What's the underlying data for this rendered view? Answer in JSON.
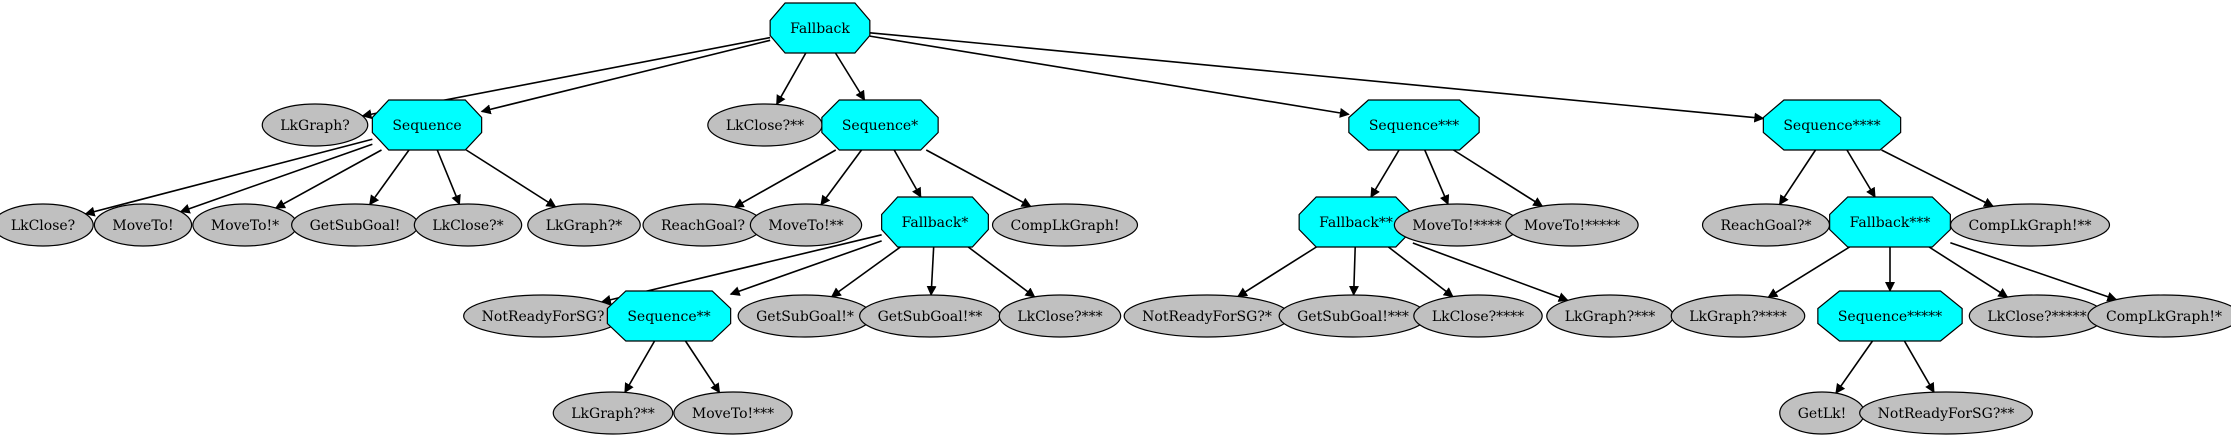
{
  "colors": {
    "control_fill": "#00ffff",
    "leaf_fill": "#c0c0c0",
    "stroke": "#000000",
    "background": "#ffffff"
  },
  "nodes": [
    {
      "id": "n0",
      "label": "Fallback",
      "kind": "control"
    },
    {
      "id": "n1",
      "label": "LkGraph?",
      "kind": "leaf"
    },
    {
      "id": "n2",
      "label": "Sequence",
      "kind": "control"
    },
    {
      "id": "n3",
      "label": "LkClose?",
      "kind": "leaf"
    },
    {
      "id": "n4",
      "label": "MoveTo!",
      "kind": "leaf"
    },
    {
      "id": "n5",
      "label": "MoveTo!*",
      "kind": "leaf"
    },
    {
      "id": "n6",
      "label": "GetSubGoal!",
      "kind": "leaf"
    },
    {
      "id": "n7",
      "label": "LkClose?*",
      "kind": "leaf"
    },
    {
      "id": "n8",
      "label": "LkGraph?*",
      "kind": "leaf"
    },
    {
      "id": "n9",
      "label": "LkClose?**",
      "kind": "leaf"
    },
    {
      "id": "n10",
      "label": "Sequence*",
      "kind": "control"
    },
    {
      "id": "n11",
      "label": "ReachGoal?",
      "kind": "leaf"
    },
    {
      "id": "n12",
      "label": "MoveTo!**",
      "kind": "leaf"
    },
    {
      "id": "n13",
      "label": "Fallback*",
      "kind": "control"
    },
    {
      "id": "n14",
      "label": "CompLkGraph!",
      "kind": "leaf"
    },
    {
      "id": "n15",
      "label": "NotReadyForSG?",
      "kind": "leaf"
    },
    {
      "id": "n16",
      "label": "Sequence**",
      "kind": "control"
    },
    {
      "id": "n17",
      "label": "GetSubGoal!*",
      "kind": "leaf"
    },
    {
      "id": "n18",
      "label": "GetSubGoal!**",
      "kind": "leaf"
    },
    {
      "id": "n19",
      "label": "LkClose?***",
      "kind": "leaf"
    },
    {
      "id": "n20",
      "label": "LkGraph?**",
      "kind": "leaf"
    },
    {
      "id": "n21",
      "label": "MoveTo!***",
      "kind": "leaf"
    },
    {
      "id": "n22",
      "label": "Sequence***",
      "kind": "control"
    },
    {
      "id": "n23",
      "label": "Fallback**",
      "kind": "control"
    },
    {
      "id": "n24",
      "label": "MoveTo!****",
      "kind": "leaf"
    },
    {
      "id": "n25",
      "label": "MoveTo!*****",
      "kind": "leaf"
    },
    {
      "id": "n26",
      "label": "NotReadyForSG?*",
      "kind": "leaf"
    },
    {
      "id": "n27",
      "label": "GetSubGoal!***",
      "kind": "leaf"
    },
    {
      "id": "n28",
      "label": "LkClose?****",
      "kind": "leaf"
    },
    {
      "id": "n29",
      "label": "LkGraph?***",
      "kind": "leaf"
    },
    {
      "id": "n30",
      "label": "Sequence****",
      "kind": "control"
    },
    {
      "id": "n31",
      "label": "ReachGoal?*",
      "kind": "leaf"
    },
    {
      "id": "n32",
      "label": "Fallback***",
      "kind": "control"
    },
    {
      "id": "n33",
      "label": "CompLkGraph!**",
      "kind": "leaf"
    },
    {
      "id": "n34",
      "label": "LkGraph?****",
      "kind": "leaf"
    },
    {
      "id": "n35",
      "label": "Sequence*****",
      "kind": "control"
    },
    {
      "id": "n36",
      "label": "LkClose?*****",
      "kind": "leaf"
    },
    {
      "id": "n37",
      "label": "CompLkGraph!*",
      "kind": "leaf"
    },
    {
      "id": "n38",
      "label": "GetLk!",
      "kind": "leaf"
    },
    {
      "id": "n39",
      "label": "NotReadyForSG?**",
      "kind": "leaf"
    }
  ],
  "edges": [
    [
      "n0",
      "n1"
    ],
    [
      "n0",
      "n2"
    ],
    [
      "n0",
      "n9"
    ],
    [
      "n0",
      "n10"
    ],
    [
      "n0",
      "n22"
    ],
    [
      "n0",
      "n30"
    ],
    [
      "n2",
      "n3"
    ],
    [
      "n2",
      "n4"
    ],
    [
      "n2",
      "n5"
    ],
    [
      "n2",
      "n6"
    ],
    [
      "n2",
      "n7"
    ],
    [
      "n2",
      "n8"
    ],
    [
      "n10",
      "n11"
    ],
    [
      "n10",
      "n12"
    ],
    [
      "n10",
      "n13"
    ],
    [
      "n10",
      "n14"
    ],
    [
      "n13",
      "n15"
    ],
    [
      "n13",
      "n16"
    ],
    [
      "n13",
      "n17"
    ],
    [
      "n13",
      "n18"
    ],
    [
      "n13",
      "n19"
    ],
    [
      "n16",
      "n20"
    ],
    [
      "n16",
      "n21"
    ],
    [
      "n22",
      "n23"
    ],
    [
      "n22",
      "n24"
    ],
    [
      "n22",
      "n25"
    ],
    [
      "n23",
      "n26"
    ],
    [
      "n23",
      "n27"
    ],
    [
      "n23",
      "n28"
    ],
    [
      "n23",
      "n29"
    ],
    [
      "n30",
      "n31"
    ],
    [
      "n30",
      "n32"
    ],
    [
      "n30",
      "n33"
    ],
    [
      "n32",
      "n34"
    ],
    [
      "n32",
      "n35"
    ],
    [
      "n32",
      "n36"
    ],
    [
      "n32",
      "n37"
    ],
    [
      "n35",
      "n38"
    ],
    [
      "n35",
      "n39"
    ]
  ]
}
